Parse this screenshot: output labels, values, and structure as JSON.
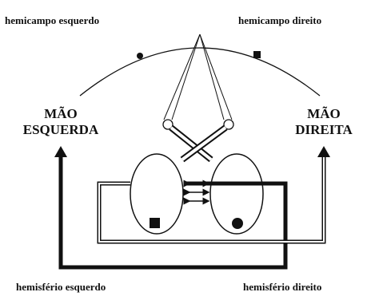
{
  "labels": {
    "left_visual_field": "hemicampo esquerdo",
    "right_visual_field": "hemicampo direito",
    "left_hand_line1": "MÃO",
    "left_hand_line2": "ESQUERDA",
    "right_hand_line1": "MÃO",
    "right_hand_line2": "DIREITA",
    "left_hemisphere": "hemisfério esquerdo",
    "right_hemisphere": "hemisfério direito"
  },
  "colors": {
    "ink": "#111111",
    "background": "#ffffff"
  },
  "icons": {
    "left_field_marker": "circle",
    "right_field_marker": "square",
    "left_hemisphere_symbol": "square",
    "right_hemisphere_symbol": "circle",
    "callosum_connectors": "double-headed-arrows"
  }
}
